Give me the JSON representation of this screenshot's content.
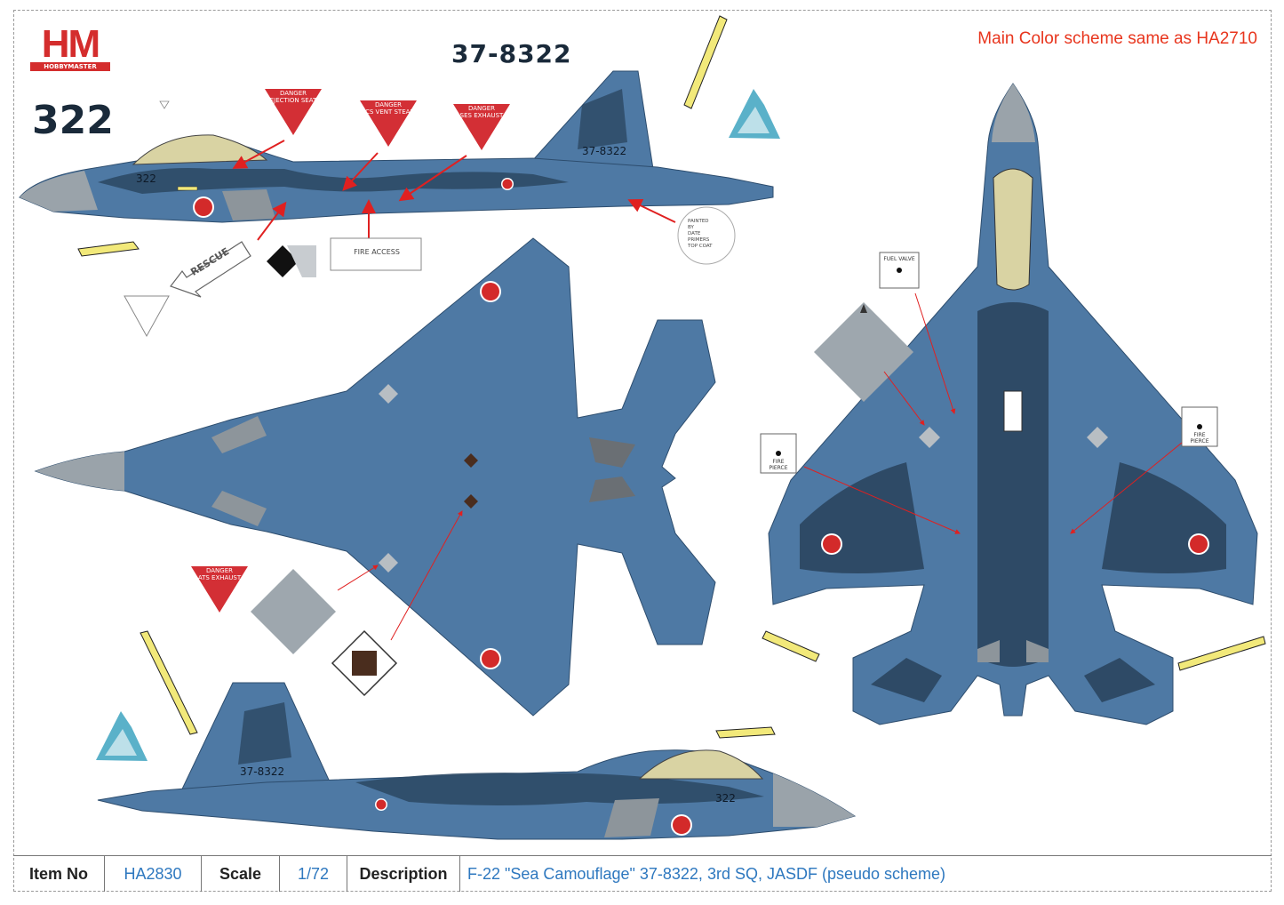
{
  "header": {
    "brand": "HM",
    "brand_sub": "HOBBYMASTER",
    "note": "Main Color scheme same as HA2710",
    "serial": "37-8322",
    "side_number": "322"
  },
  "callouts": {
    "danger": "DANGER",
    "ejection_seat": "EJECTION SEAT",
    "ecs_vent_steam": "ECS VENT STEAM",
    "ses_exhaust": "SES EXHAUST",
    "ats_exhaust": "ATS EXHAUST",
    "rescue": "RESCUE",
    "fire_access": "FIRE ACCESS",
    "fire_pierce": "FIRE PIERCE",
    "fuel_valve": "FUEL VALVE",
    "painted_stencil": [
      "PAINTED",
      "BY",
      "DATE",
      "PRIMERS",
      "TOP COAT"
    ]
  },
  "colors": {
    "camo_light": "#4e79a4",
    "camo_dark": "#2e4a66",
    "radome": "#9aa3aa",
    "canopy": "#d9d3a3",
    "hinomaru": "#d32a2a",
    "danger_red": "#d32f35",
    "note_red": "#e8351d",
    "label_blue": "#2e78bf"
  },
  "footer": {
    "item_no_label": "Item No",
    "item_no": "HA2830",
    "scale_label": "Scale",
    "scale": "1/72",
    "description_label": "Description",
    "description": "F-22 \"Sea Camouflage\" 37-8322, 3rd SQ, JASDF  (pseudo scheme)"
  }
}
